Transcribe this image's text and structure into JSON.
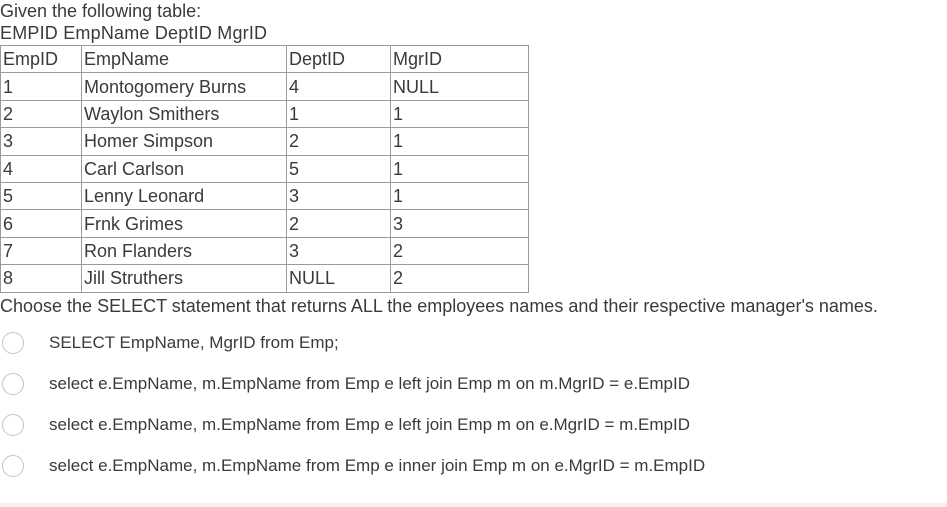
{
  "intro": {
    "line1": "Given the following table:",
    "line2": "EMPID  EmpName  DeptID  MgrID"
  },
  "table": {
    "headers": [
      "EmpID",
      "EmpName",
      "DeptID",
      "MgrID"
    ],
    "rows": [
      [
        "1",
        "Montogomery Burns",
        "4",
        "NULL"
      ],
      [
        "2",
        "Waylon Smithers",
        "1",
        "1"
      ],
      [
        "3",
        "Homer Simpson",
        "2",
        "1"
      ],
      [
        "4",
        "Carl Carlson",
        "5",
        "1"
      ],
      [
        "5",
        "Lenny Leonard",
        "3",
        "1"
      ],
      [
        "6",
        "Frnk Grimes",
        "2",
        "3"
      ],
      [
        "7",
        "Ron Flanders",
        "3",
        "2"
      ],
      [
        "8",
        "Jill Struthers",
        "NULL",
        "2"
      ]
    ]
  },
  "question": "Choose the SELECT statement that returns ALL the employees names and their respective manager's names.",
  "options": [
    {
      "label": "SELECT EmpName, MgrID from Emp;"
    },
    {
      "label": "select e.EmpName, m.EmpName from Emp e left join Emp m on m.MgrID = e.EmpID"
    },
    {
      "label": "select e.EmpName, m.EmpName from Emp e left join Emp m on e.MgrID = m.EmpID"
    },
    {
      "label": "select e.EmpName, m.EmpName from Emp e inner join Emp m on e.MgrID = m.EmpID"
    }
  ],
  "colors": {
    "text": "#3a3a3a",
    "table_border": "#9a9a9a",
    "radio_border": "#c4c4c4"
  }
}
